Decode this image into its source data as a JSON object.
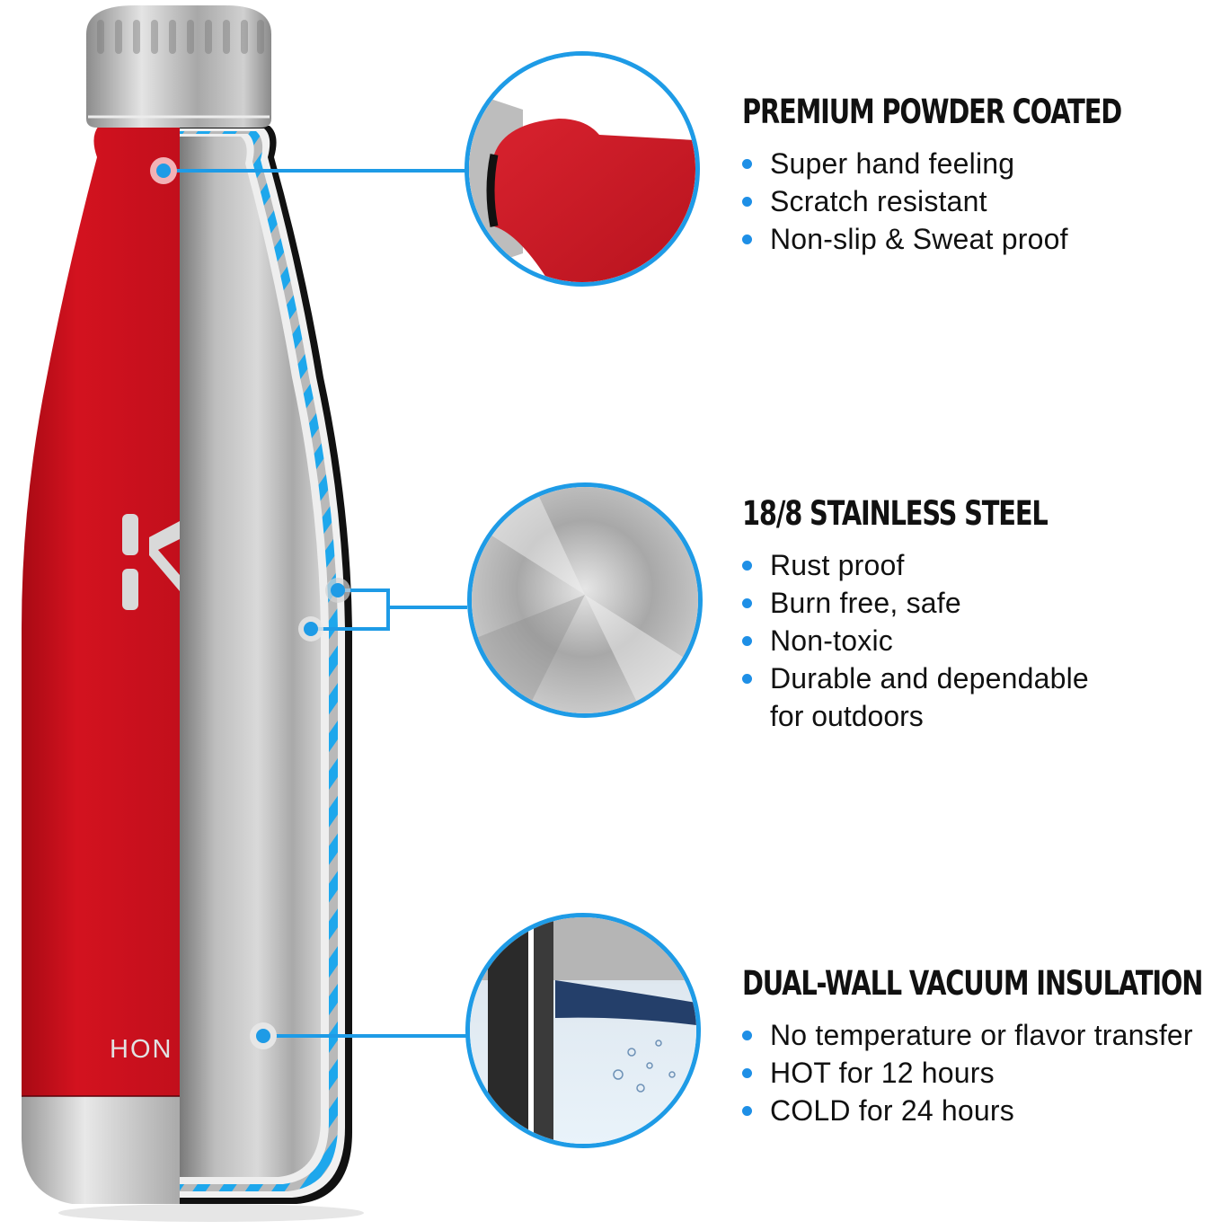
{
  "colors": {
    "accent_blue": "#1e9be6",
    "bottle_red": "#c8101e",
    "steel": "#b8b8b8",
    "text": "#111111"
  },
  "bottle": {
    "logo_text": "HON",
    "logo_mark": "H-icon"
  },
  "features": [
    {
      "title": "PREMIUM POWDER COATED",
      "detail_image": "red-powder-coat-closeup",
      "points": [
        "Super hand feeling",
        "Scratch resistant",
        "Non-slip & Sweat proof"
      ]
    },
    {
      "title": "18/8 STAINLESS STEEL",
      "detail_image": "brushed-steel-disc",
      "points": [
        "Rust proof",
        "Burn free, safe",
        "Non-toxic",
        "Durable and dependable"
      ],
      "continuation": "for outdoors"
    },
    {
      "title": "DUAL-WALL VACUUM INSULATION",
      "detail_image": "water-wall-cross-section",
      "points": [
        "No temperature or flavor transfer",
        "HOT for 12 hours",
        "COLD for 24 hours"
      ]
    }
  ]
}
